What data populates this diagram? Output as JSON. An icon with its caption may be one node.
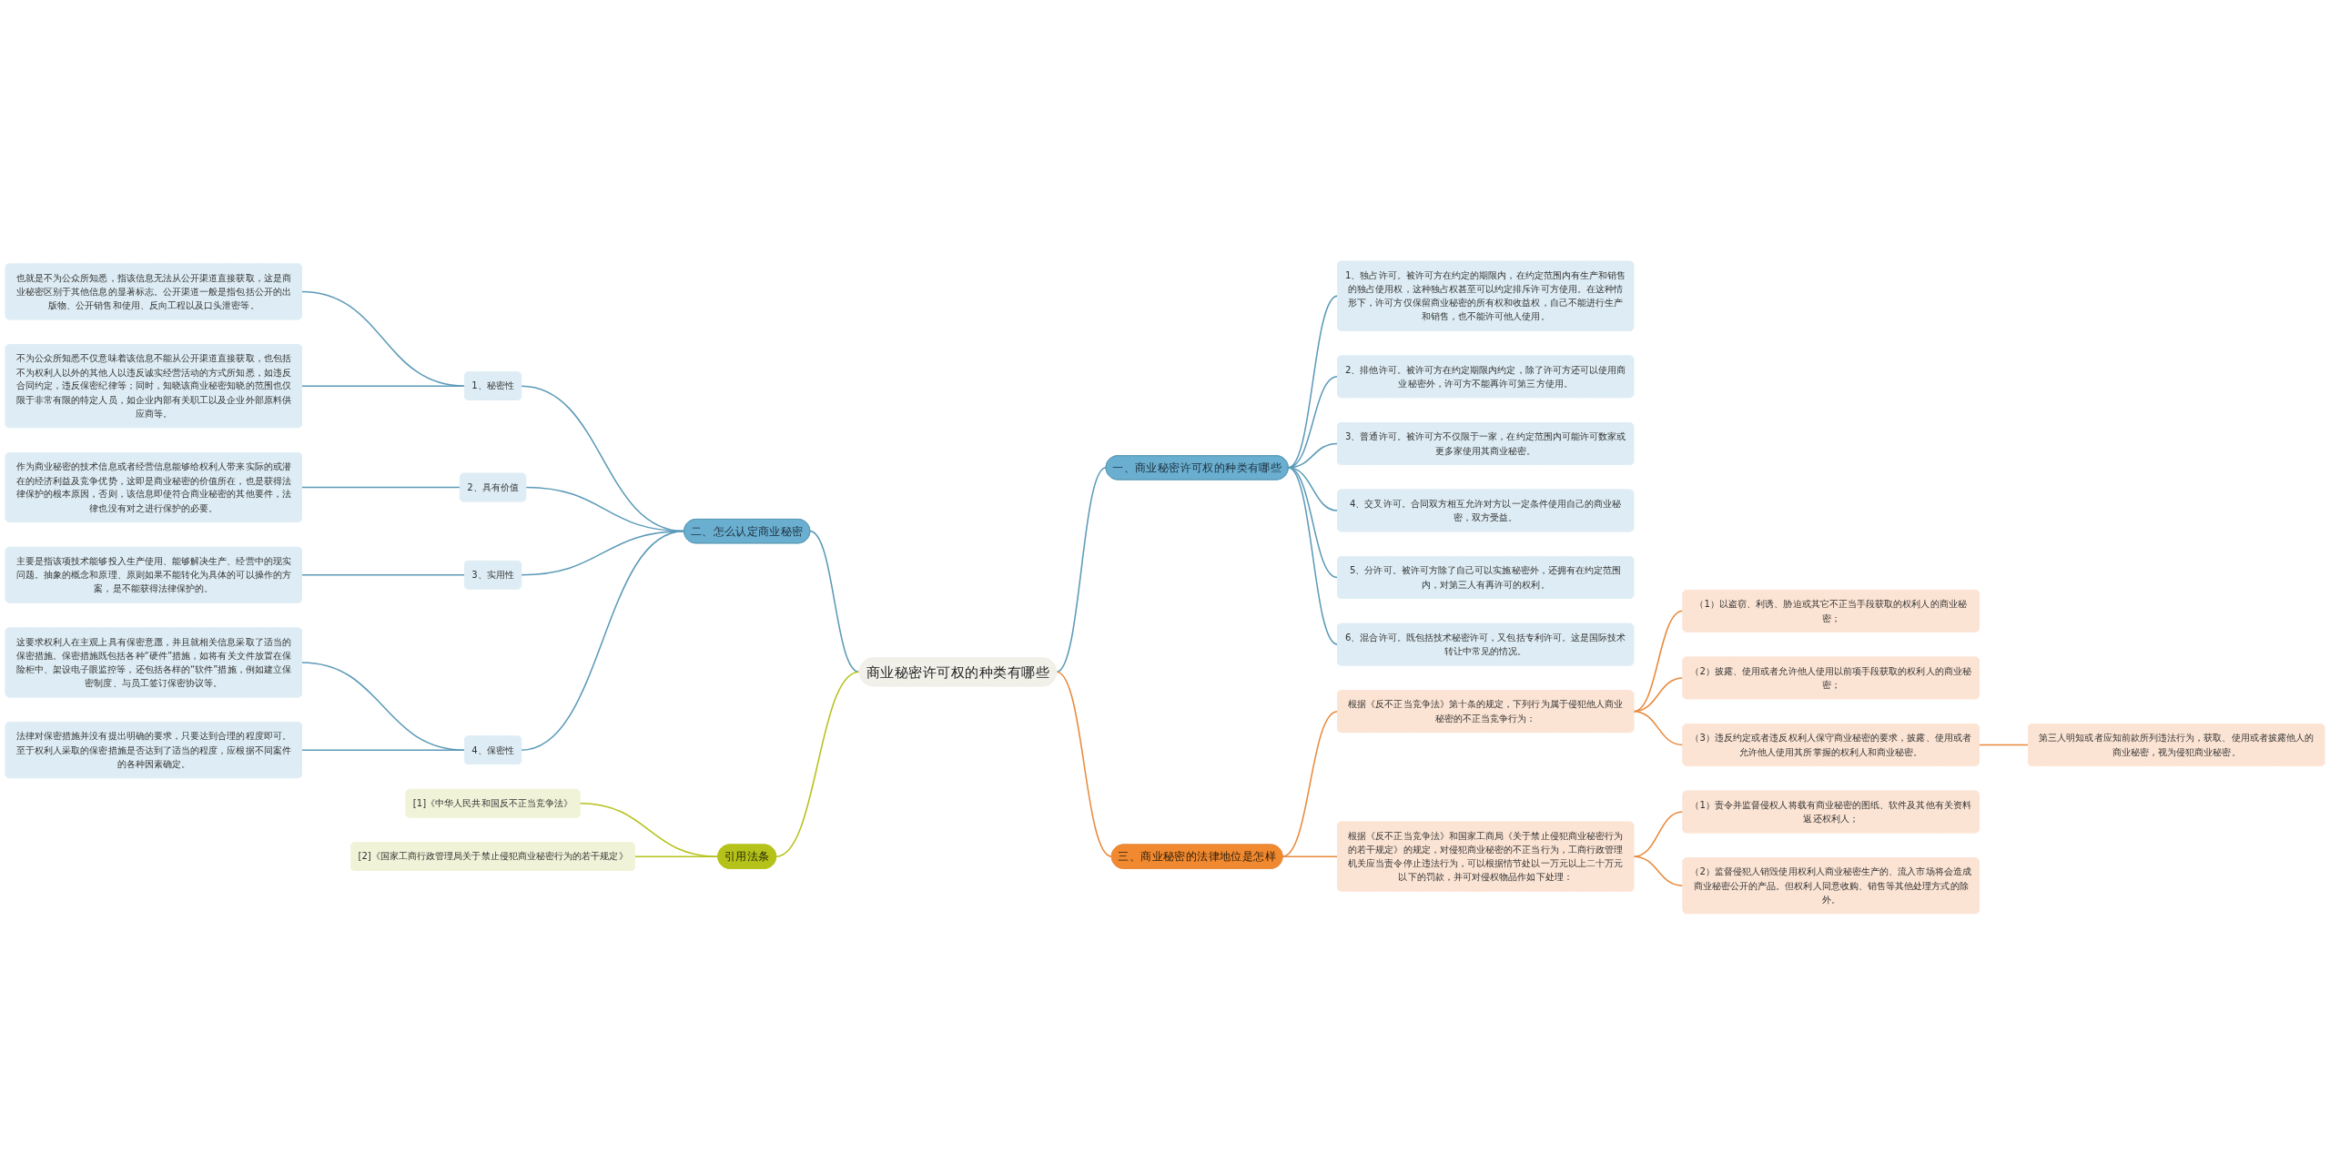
{
  "diagram": {
    "nodes": [
      {
        "text": [
          "商业秘密许可权的种类有哪些"
        ]
      },
      {
        "text": [
          "一、商业秘密许可权的种类有哪些"
        ]
      },
      {
        "text": [
          "1、独占许可。被许可方在约定的期限内，在约定范围内有生产和销售的独占使用权，这种独占权甚至可以约定排斥许可方使用。在这种情形下，许可方仅保留商业秘密的所有权和收益权，自己不能进行生产和销售，也不能许可他人使用。"
        ]
      },
      {
        "text": [
          "2、排他许可。被许可方在约定期限内约定，除了许可方还可以使用商业秘密外，许可方不能再许可第三方使用。"
        ]
      },
      {
        "text": [
          "3、普通许可。被许可方不仅限于一家，在约定范围内可能许可数家或更多家使用其商业秘密。"
        ]
      },
      {
        "text": [
          "4、交叉许可。合同双方相互允许对方以一定条件使用自己的商业秘密，双方受益。"
        ]
      },
      {
        "text": [
          "5、分许可。被许可方除了自己可以实施秘密外，还拥有在约定范围内，对第三人有再许可的权利。"
        ]
      },
      {
        "text": [
          "6、混合许可。既包括技术秘密许可，又包括专利许可。这是国际技术转让中常见的情况。"
        ]
      },
      {
        "text": [
          "二、怎么认定商业秘密"
        ]
      },
      {
        "text": [
          "1、秘密性"
        ]
      },
      {
        "text": [
          "也就是不为公众所知悉，指该信息无法从公开渠道直接获取，这是商业秘密区别于其他信息的显著标志。公开渠道一般是指包括公开的出版物、公开销售和使用、反向工程以及口头泄密等。"
        ]
      },
      {
        "text": [
          "不为公众所知悉不仅意味着该信息不能从公开渠道直接获取，也包括不为权利人以外的其他人以违反诚实经营活动的方式所知悉，如违反合同约定，违反保密纪律等；同时，知晓该商业秘密知晓的范围也仅限于非常有限的特定人员，如企业内部有关职工以及企业外部原料供应商等。"
        ]
      },
      {
        "text": [
          "2、具有价值"
        ]
      },
      {
        "text": [
          "作为商业秘密的技术信息或者经营信息能够给权利人带来实际的或潜在的经济利益及竞争优势，这即是商业秘密的价值所在，也是获得法律保护的根本原因，否则，该信息即使符合商业秘密的其他要件，法律也没有对之进行保护的必要。"
        ]
      },
      {
        "text": [
          "3、实用性"
        ]
      },
      {
        "text": [
          "主要是指该项技术能够投入生产使用、能够解决生产、经营中的现实问题。抽象的概念和原理、原则如果不能转化为具体的可以操作的方案，是不能获得法律保护的。"
        ]
      },
      {
        "text": [
          "4、保密性"
        ]
      },
      {
        "text": [
          "这要求权利人在主观上具有保密意愿，并且就相关信息采取了适当的保密措施。保密措施既包括各种“硬件”措施，如将有关文件放置在保险柜中、架设电子眼监控等，还包括各样的“软件”措施，例如建立保密制度、与员工签订保密协议等。"
        ]
      },
      {
        "text": [
          "法律对保密措施并没有提出明确的要求，只要达到合理的程度即可。至于权利人采取的保密措施是否达到了适当的程度，应根据不同案件的各种因素确定。"
        ]
      },
      {
        "text": [
          "三、商业秘密的法律地位是怎样"
        ]
      },
      {
        "text": [
          "根据《反不正当竞争法》第十条的规定，下列行为属于侵犯他人商业秘密的不正当竞争行为："
        ]
      },
      {
        "text": [
          "（1）以盗窃、利诱、胁迫或其它不正当手段获取的权利人的商业秘密；"
        ]
      },
      {
        "text": [
          "（2）披露、使用或者允许他人使用以前项手段获取的权利人的商业秘密；"
        ]
      },
      {
        "text": [
          "（3）违反约定或者违反权利人保守商业秘密的要求，披露、使用或者允许他人使用其所掌握的权利人和商业秘密。"
        ]
      },
      {
        "text": [
          "第三人明知或者应知前款所列违法行为，获取、使用或者披露他人的商业秘密，视为侵犯商业秘密。"
        ]
      },
      {
        "text": [
          "根据《反不正当竞争法》和国家工商局《关于禁止侵犯商业秘密行为的若干规定》的规定，对侵犯商业秘密的不正当行为，工商行政管理机关应当责令停止违法行为，可以根据情节处以一万元以上二十万元以下的罚款，并可对侵权物品作如下处理："
        ]
      },
      {
        "text": [
          "（1）责令并监督侵权人将载有商业秘密的图纸、软件及其他有关资料返还权利人；"
        ]
      },
      {
        "text": [
          "（2）监督侵犯人销毁使用权利人商业秘密生产的、流入市场将会造成商业秘密公开的产品。但权利人同意收购、销售等其他处理方式的除外。"
        ]
      },
      {
        "text": [
          "引用法条"
        ]
      },
      {
        "text": [
          "[1]《中华人民共和国反不正当竞争法》"
        ]
      },
      {
        "text": [
          "[2]《国家工商行政管理局关于禁止侵犯商业秘密行为的若干规定》"
        ]
      }
    ],
    "edges": [
      {
        "from": 0,
        "to": 1,
        "arrow": "none"
      },
      {
        "from": 1,
        "to": 2,
        "arrow": "none"
      },
      {
        "from": 1,
        "to": 3,
        "arrow": "none"
      },
      {
        "from": 1,
        "to": 4,
        "arrow": "none"
      },
      {
        "from": 1,
        "to": 5,
        "arrow": "none"
      },
      {
        "from": 1,
        "to": 6,
        "arrow": "none"
      },
      {
        "from": 1,
        "to": 7,
        "arrow": "none"
      },
      {
        "from": 8,
        "to": 0,
        "arrow": "none"
      },
      {
        "from": 9,
        "to": 8,
        "arrow": "none"
      },
      {
        "from": 10,
        "to": 9,
        "arrow": "none"
      },
      {
        "from": 11,
        "to": 9,
        "arrow": "none"
      },
      {
        "from": 12,
        "to": 8,
        "arrow": "none"
      },
      {
        "from": 13,
        "to": 12,
        "arrow": "none"
      },
      {
        "from": 14,
        "to": 8,
        "arrow": "none"
      },
      {
        "from": 15,
        "to": 14,
        "arrow": "none"
      },
      {
        "from": 16,
        "to": 8,
        "arrow": "none"
      },
      {
        "from": 17,
        "to": 16,
        "arrow": "none"
      },
      {
        "from": 18,
        "to": 16,
        "arrow": "none"
      },
      {
        "from": 0,
        "to": 19,
        "arrow": "none",
        "color": "#e8893a"
      },
      {
        "from": 19,
        "to": 20,
        "arrow": "none",
        "color": "#e8893a"
      },
      {
        "from": 20,
        "to": 21,
        "arrow": "none",
        "color": "#e8893a"
      },
      {
        "from": 20,
        "to": 22,
        "arrow": "none",
        "color": "#e8893a"
      },
      {
        "from": 20,
        "to": 23,
        "arrow": "none",
        "color": "#e8893a"
      },
      {
        "from": 23,
        "to": 24,
        "arrow": "none",
        "color": "#e8893a"
      },
      {
        "from": 19,
        "to": 25,
        "arrow": "none",
        "color": "#e8893a"
      },
      {
        "from": 25,
        "to": 26,
        "arrow": "none",
        "color": "#e8893a"
      },
      {
        "from": 25,
        "to": 27,
        "arrow": "none",
        "color": "#e8893a"
      },
      {
        "from": 28,
        "to": 0,
        "arrow": "none",
        "color": "#b5c21a"
      },
      {
        "from": 29,
        "to": 28,
        "arrow": "none",
        "color": "#b5c21a"
      },
      {
        "from": 30,
        "to": 28,
        "arrow": "none",
        "color": "#b5c21a"
      }
    ]
  }
}
